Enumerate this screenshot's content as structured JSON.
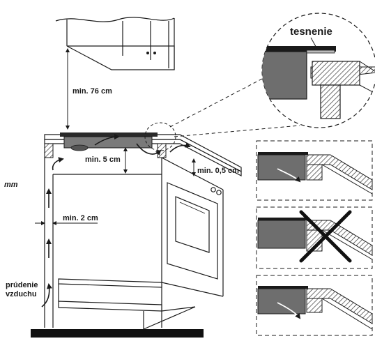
{
  "labels": {
    "seal": "tesnenie",
    "min_76": "min. 76 cm",
    "min_5": "min. 5 cm",
    "min_05": "min. 0,5 cm",
    "min_2": "min. 2 cm",
    "airflow_1": "prúdenie",
    "airflow_2": "vzduchu",
    "unit": "mm"
  },
  "colors": {
    "line": "#1a1a1a",
    "panel_gray": "#6e6e6e",
    "dark": "#111111"
  }
}
